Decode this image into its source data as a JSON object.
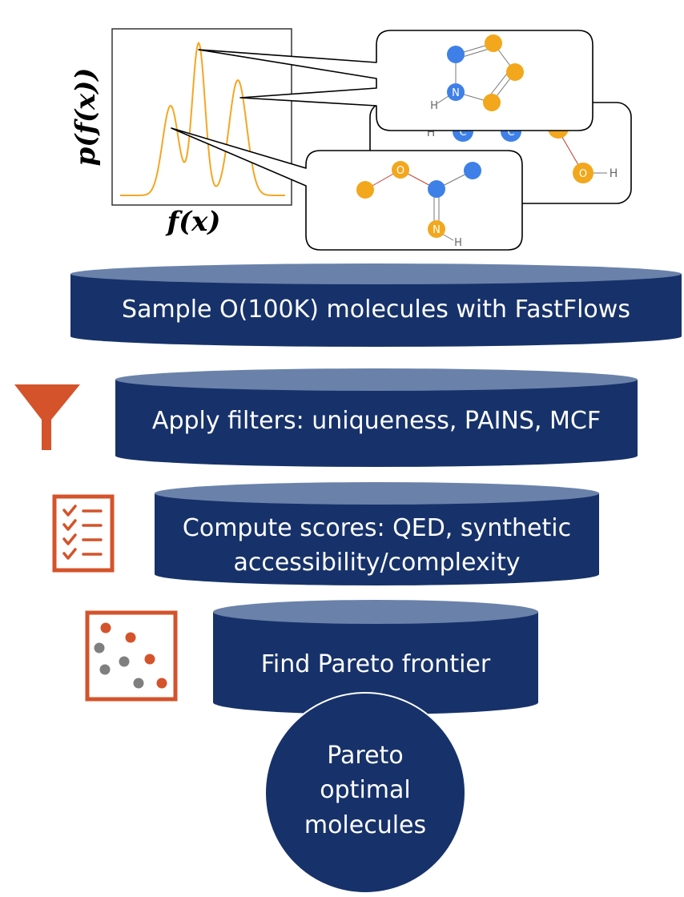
{
  "plot": {
    "ylabel": "p(f(x))",
    "xlabel": "f(x)"
  },
  "molecules": {
    "top": {
      "atoms": [
        "N",
        "H"
      ]
    },
    "middle": {
      "atoms": [
        "H",
        "C",
        "C",
        "O",
        "H"
      ]
    },
    "bottom": {
      "atoms": [
        "O",
        "N",
        "H"
      ]
    }
  },
  "stages": [
    {
      "lines": [
        "Sample O(100K) molecules with FastFlows"
      ],
      "icon": ""
    },
    {
      "lines": [
        "Apply filters: uniqueness, PAINS, MCF"
      ],
      "icon": "funnel-icon"
    },
    {
      "lines": [
        "Compute scores: QED, synthetic",
        "accessibility/complexity"
      ],
      "icon": "checklist-icon"
    },
    {
      "lines": [
        "Find Pareto frontier"
      ],
      "icon": "scatter-plot-icon"
    }
  ],
  "result": {
    "lines": [
      "Pareto",
      "optimal",
      "molecules"
    ]
  },
  "colors": {
    "navy": "#17326a",
    "navy_top": "#6a82aa",
    "orange": "#d4532b",
    "atom_orange": "#f2a71c",
    "atom_blue": "#3e80e8",
    "curve": "#f5a623",
    "gray": "#7f7f7f"
  }
}
